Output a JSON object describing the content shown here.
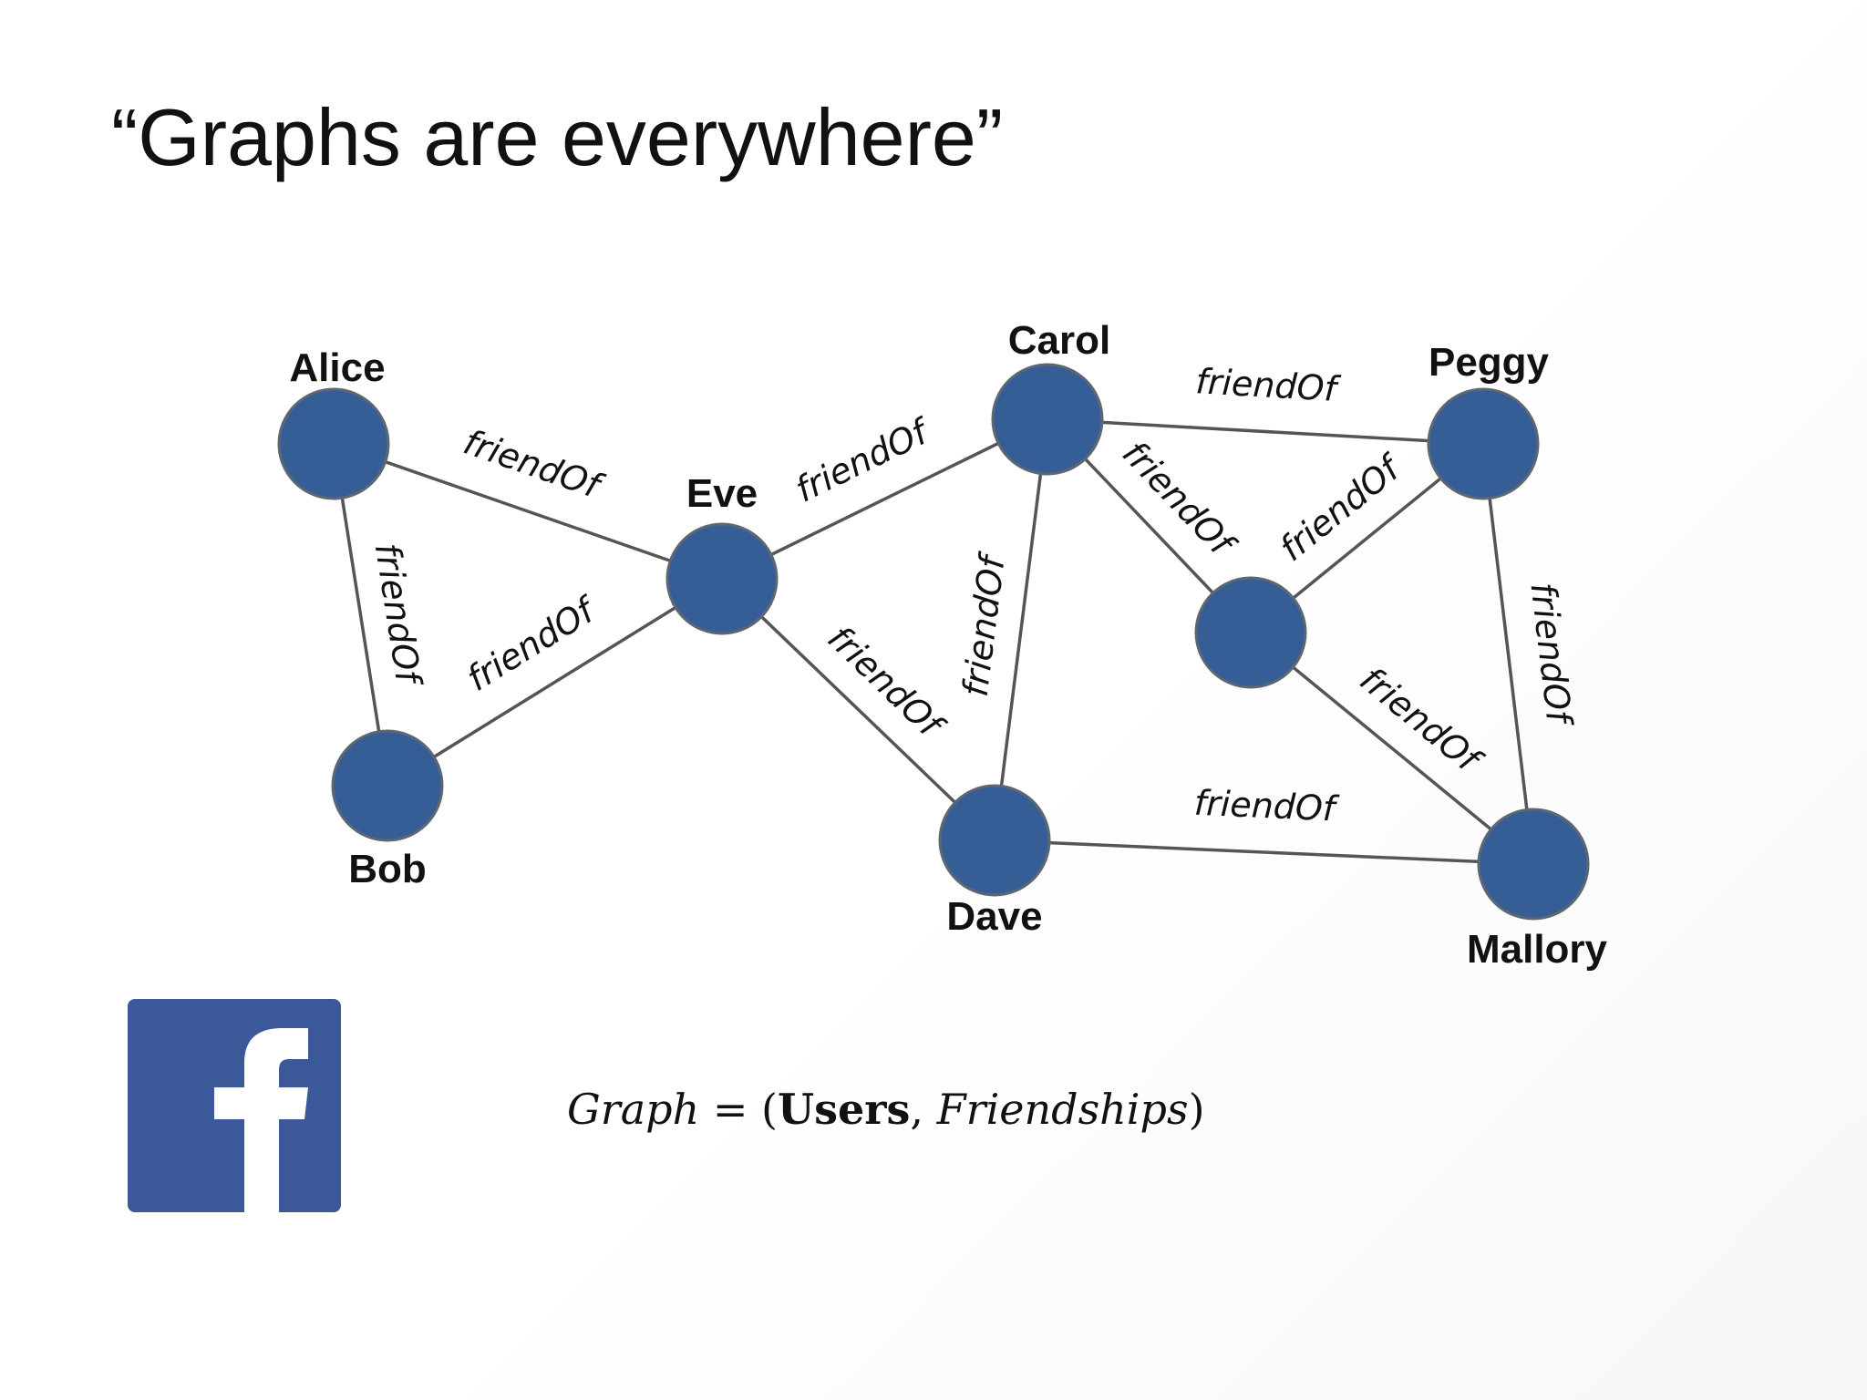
{
  "slide": {
    "title": "“Graphs are everywhere”"
  },
  "graph": {
    "nodes": [
      {
        "id": "alice",
        "label": "Alice"
      },
      {
        "id": "bob",
        "label": "Bob"
      },
      {
        "id": "eve",
        "label": "Eve"
      },
      {
        "id": "carol",
        "label": "Carol"
      },
      {
        "id": "dave",
        "label": "Dave"
      },
      {
        "id": "unnamed",
        "label": ""
      },
      {
        "id": "peggy",
        "label": "Peggy"
      },
      {
        "id": "mallory",
        "label": "Mallory"
      }
    ],
    "edges": [
      {
        "from": "alice",
        "to": "eve",
        "label": "friendOf"
      },
      {
        "from": "alice",
        "to": "bob",
        "label": "friendOf"
      },
      {
        "from": "bob",
        "to": "eve",
        "label": "friendOf"
      },
      {
        "from": "eve",
        "to": "carol",
        "label": "friendOf"
      },
      {
        "from": "eve",
        "to": "dave",
        "label": "friendOf"
      },
      {
        "from": "carol",
        "to": "peggy",
        "label": "friendOf"
      },
      {
        "from": "carol",
        "to": "dave",
        "label": "friendOf"
      },
      {
        "from": "carol",
        "to": "unnamed",
        "label": "friendOf"
      },
      {
        "from": "unnamed",
        "to": "peggy",
        "label": "friendOf"
      },
      {
        "from": "peggy",
        "to": "mallory",
        "label": "friendOf"
      },
      {
        "from": "unnamed",
        "to": "mallory",
        "label": "friendOf"
      },
      {
        "from": "dave",
        "to": "mallory",
        "label": "friendOf"
      }
    ],
    "node_color": "#355e96",
    "edge_color": "#555555"
  },
  "logo": {
    "name": "facebook-logo",
    "letter": "f",
    "background_color": "#3b5998",
    "letter_color": "#ffffff"
  },
  "formula": {
    "lhs": "Graph",
    "equals": "=",
    "open": "(",
    "first": "Users",
    "comma": ",",
    "second": "Friendships",
    "close": ")"
  }
}
